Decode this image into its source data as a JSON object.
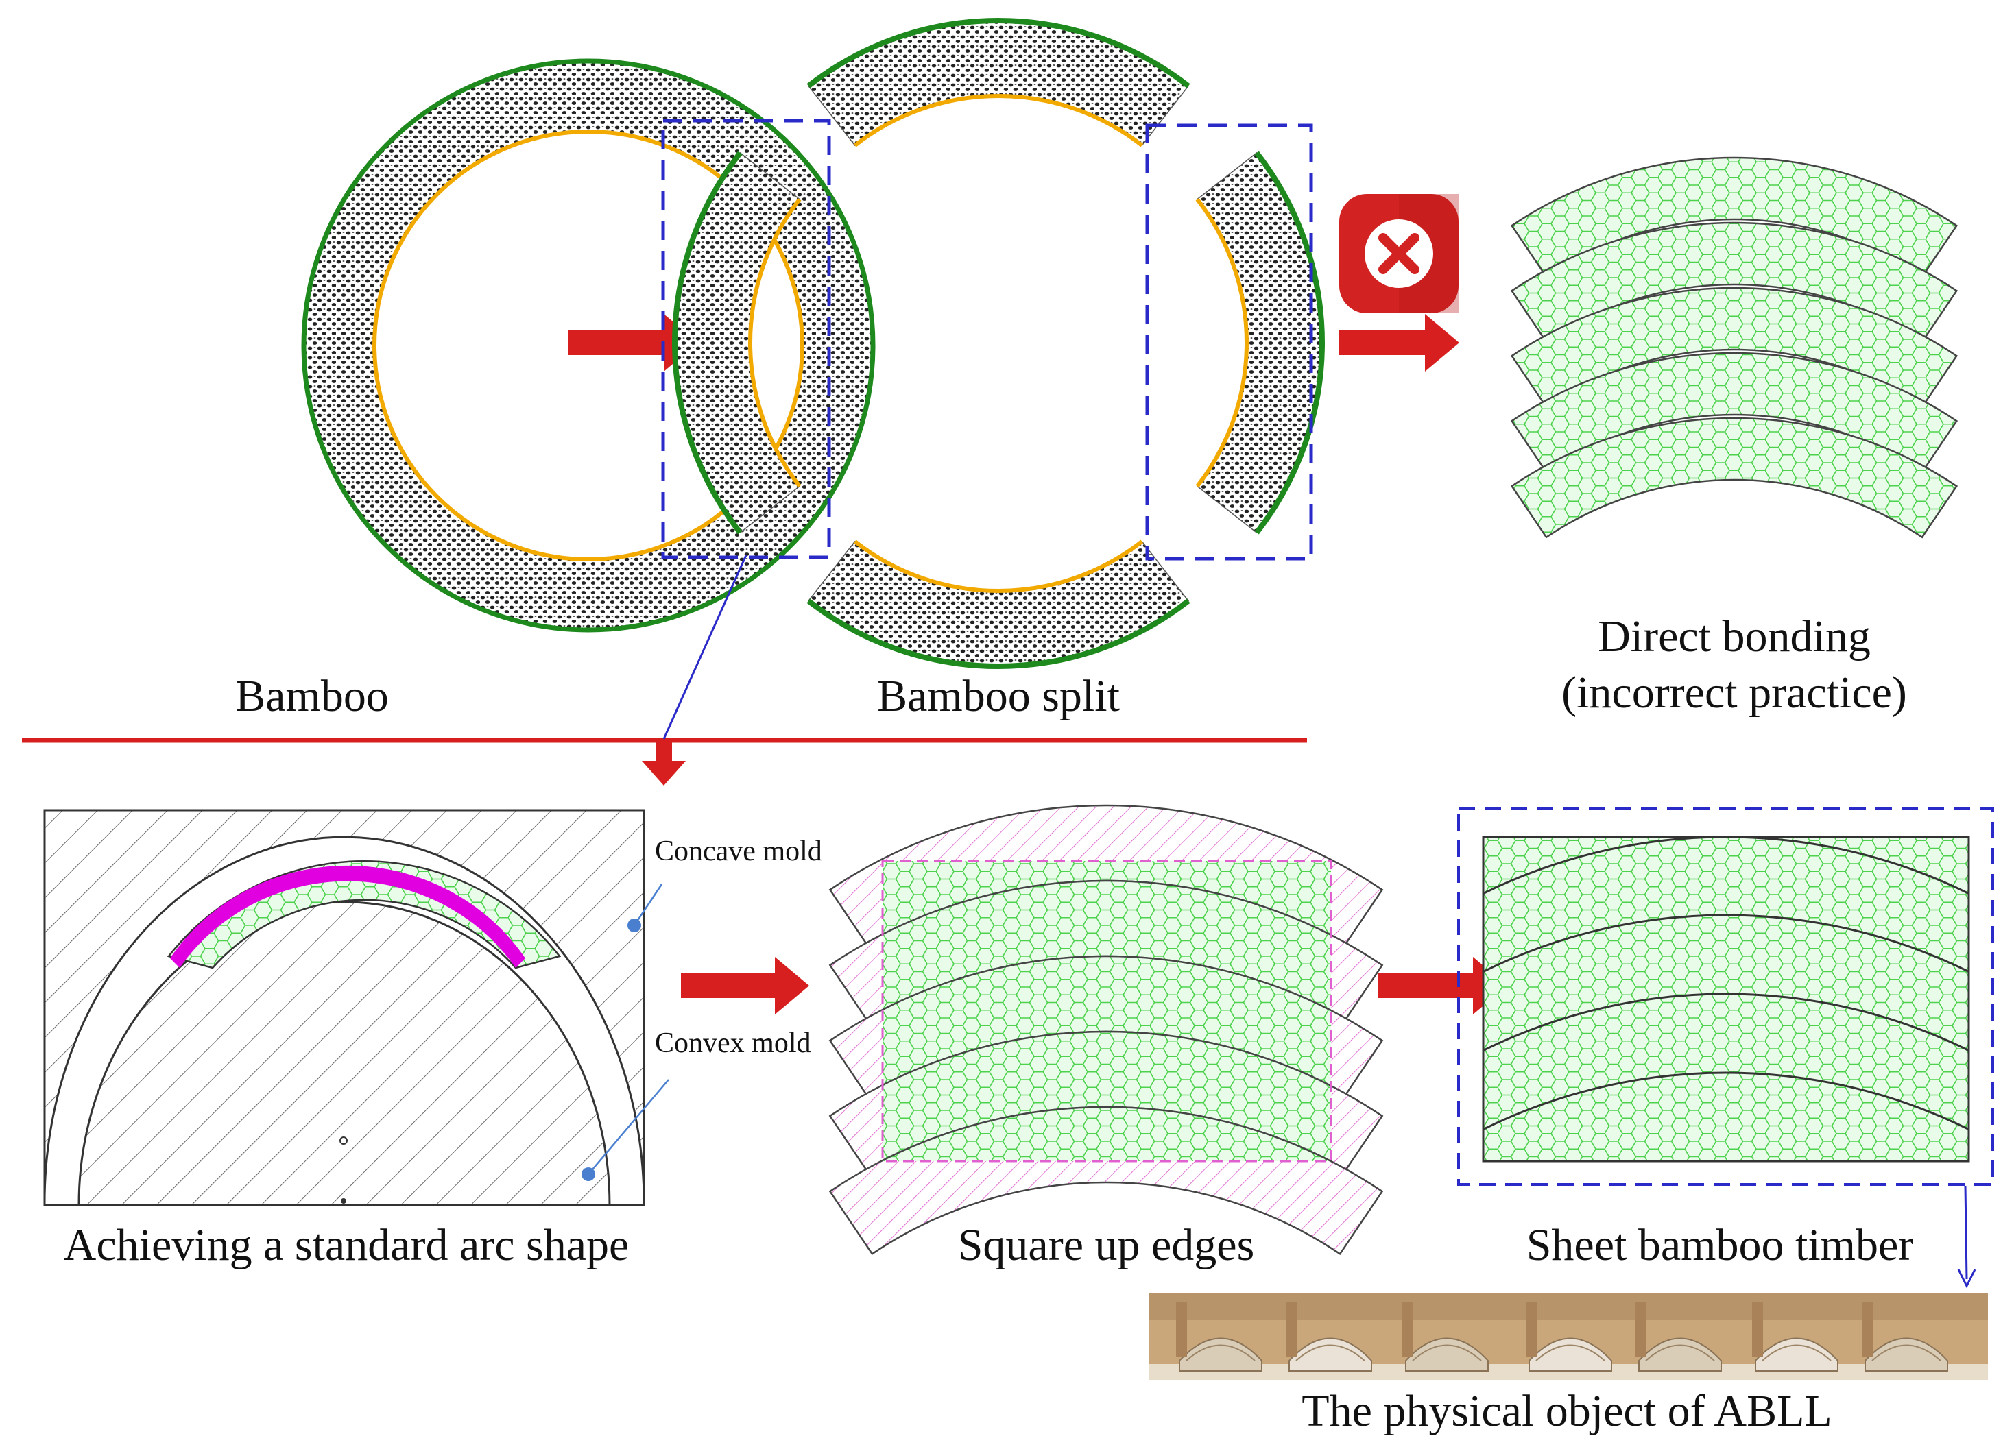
{
  "captions": {
    "bamboo": "Bamboo",
    "bamboo_split": "Bamboo split",
    "direct_bonding_line1": "Direct bonding",
    "direct_bonding_line2": "(incorrect practice)",
    "standard_arc": "Achieving a standard arc shape",
    "square_up": "Square up edges",
    "sheet_timber": "Sheet bamboo timber",
    "physical_object": "The physical object of ABLL"
  },
  "labels": {
    "concave_mold": "Concave mold",
    "convex_mold": "Convex mold"
  },
  "icons": {
    "reject": "close-icon"
  },
  "colors": {
    "outer_skin": "#1e8a1e",
    "inner_skin": "#f2a900",
    "arrow": "#d71f1f",
    "dashed_box": "#2a2ac8",
    "hex_fill": "#e6f9e6",
    "hex_line": "#4cd24c",
    "waste_hatch": "#e060d0",
    "glue_layer": "#e000e0",
    "reject_icon": "#d32222"
  }
}
